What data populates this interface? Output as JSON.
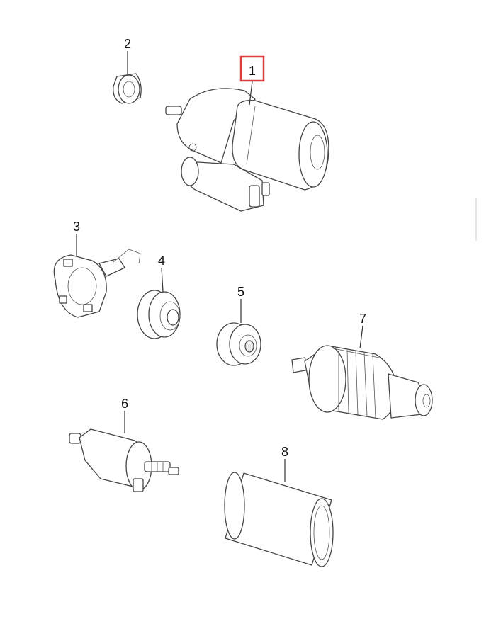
{
  "callouts": [
    {
      "id": "1",
      "highlighted": true
    },
    {
      "id": "2",
      "highlighted": false
    },
    {
      "id": "3",
      "highlighted": false
    },
    {
      "id": "4",
      "highlighted": false
    },
    {
      "id": "5",
      "highlighted": false
    },
    {
      "id": "6",
      "highlighted": false
    },
    {
      "id": "7",
      "highlighted": false
    },
    {
      "id": "8",
      "highlighted": false
    }
  ],
  "colors": {
    "highlight": "#d94040",
    "line": "#444444",
    "background": "#ffffff"
  }
}
